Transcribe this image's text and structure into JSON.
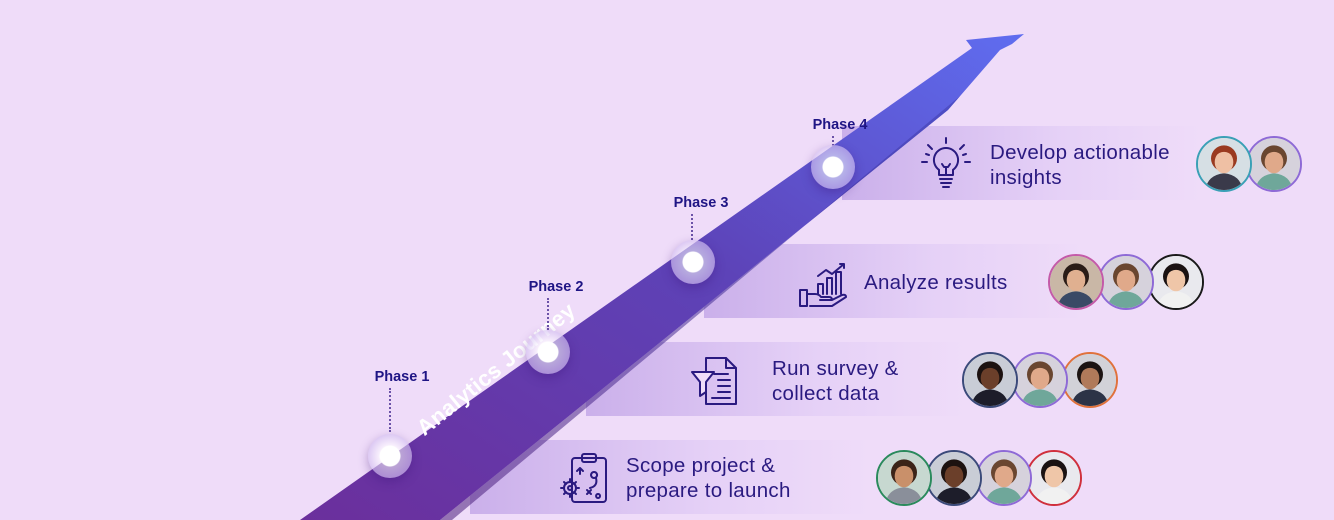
{
  "journey_label": "Analytics Journey",
  "colors": {
    "background": "#efdcf9",
    "arrow_dark": "#6b2f9c",
    "arrow_light": "#5f6df0",
    "text": "#2a1a80"
  },
  "phases": [
    {
      "label": "Phase 1"
    },
    {
      "label": "Phase 2"
    },
    {
      "label": "Phase 3"
    },
    {
      "label": "Phase 4"
    }
  ],
  "steps": [
    {
      "label": "Scope project &\nprepare to launch",
      "icon": "clipboard-plan-icon",
      "avatars": [
        {
          "name": "avatar-woman-curly",
          "skin": "#c9906a",
          "hair": "#3b2418",
          "shirt": "#8a8f9a",
          "bg": "#c7d8d0",
          "ring": "#2a8a5c"
        },
        {
          "name": "avatar-woman-smiling",
          "skin": "#6b3f2a",
          "hair": "#1c1210",
          "shirt": "#1d1d2a",
          "bg": "#c9cdd6",
          "ring": "#3b4a7a"
        },
        {
          "name": "avatar-man-bearded",
          "skin": "#e0a98a",
          "hair": "#6a4630",
          "shirt": "#6fa79a",
          "bg": "#d6d2dc",
          "ring": "#8e6ad6"
        },
        {
          "name": "avatar-woman-dark-hair",
          "skin": "#efc6a8",
          "hair": "#1a1212",
          "shirt": "#f1f1f1",
          "bg": "#e9e9ee",
          "ring": "#d0303c"
        }
      ]
    },
    {
      "label": "Run survey &\ncollect data",
      "icon": "filter-document-icon",
      "avatars": [
        {
          "name": "avatar-woman-smiling",
          "skin": "#6b3f2a",
          "hair": "#1c1210",
          "shirt": "#1d1d2a",
          "bg": "#c9cdd6",
          "ring": "#3b4a7a"
        },
        {
          "name": "avatar-man-bearded",
          "skin": "#e0a98a",
          "hair": "#6a4630",
          "shirt": "#6fa79a",
          "bg": "#d6d2dc",
          "ring": "#8e6ad6"
        },
        {
          "name": "avatar-man-suit",
          "skin": "#b07a5a",
          "hair": "#1c1412",
          "shirt": "#2c3346",
          "bg": "#d2d2d8",
          "ring": "#e0723c"
        }
      ]
    },
    {
      "label": "Analyze results",
      "icon": "chart-hand-icon",
      "avatars": [
        {
          "name": "avatar-man-suit-gray",
          "skin": "#e0b090",
          "hair": "#2a1c16",
          "shirt": "#3a4a66",
          "bg": "#c9b7a6",
          "ring": "#c45aa8"
        },
        {
          "name": "avatar-man-bearded",
          "skin": "#e0a98a",
          "hair": "#6a4630",
          "shirt": "#6fa79a",
          "bg": "#d6d2dc",
          "ring": "#8e6ad6"
        },
        {
          "name": "avatar-woman-dark-hair",
          "skin": "#efc6a8",
          "hair": "#1a1212",
          "shirt": "#f1f1f1",
          "bg": "#e9e9ee",
          "ring": "#1a1a1a"
        }
      ]
    },
    {
      "label": "Develop actionable\ninsights",
      "icon": "lightbulb-icon",
      "avatars": [
        {
          "name": "avatar-woman-red-hair",
          "skin": "#efc0a4",
          "hair": "#9a3a20",
          "shirt": "#3a3a4a",
          "bg": "#d6dfe4",
          "ring": "#3aa0b6"
        },
        {
          "name": "avatar-man-bearded",
          "skin": "#e0a98a",
          "hair": "#6a4630",
          "shirt": "#6fa79a",
          "bg": "#d6d2dc",
          "ring": "#8e6ad6"
        }
      ]
    }
  ]
}
